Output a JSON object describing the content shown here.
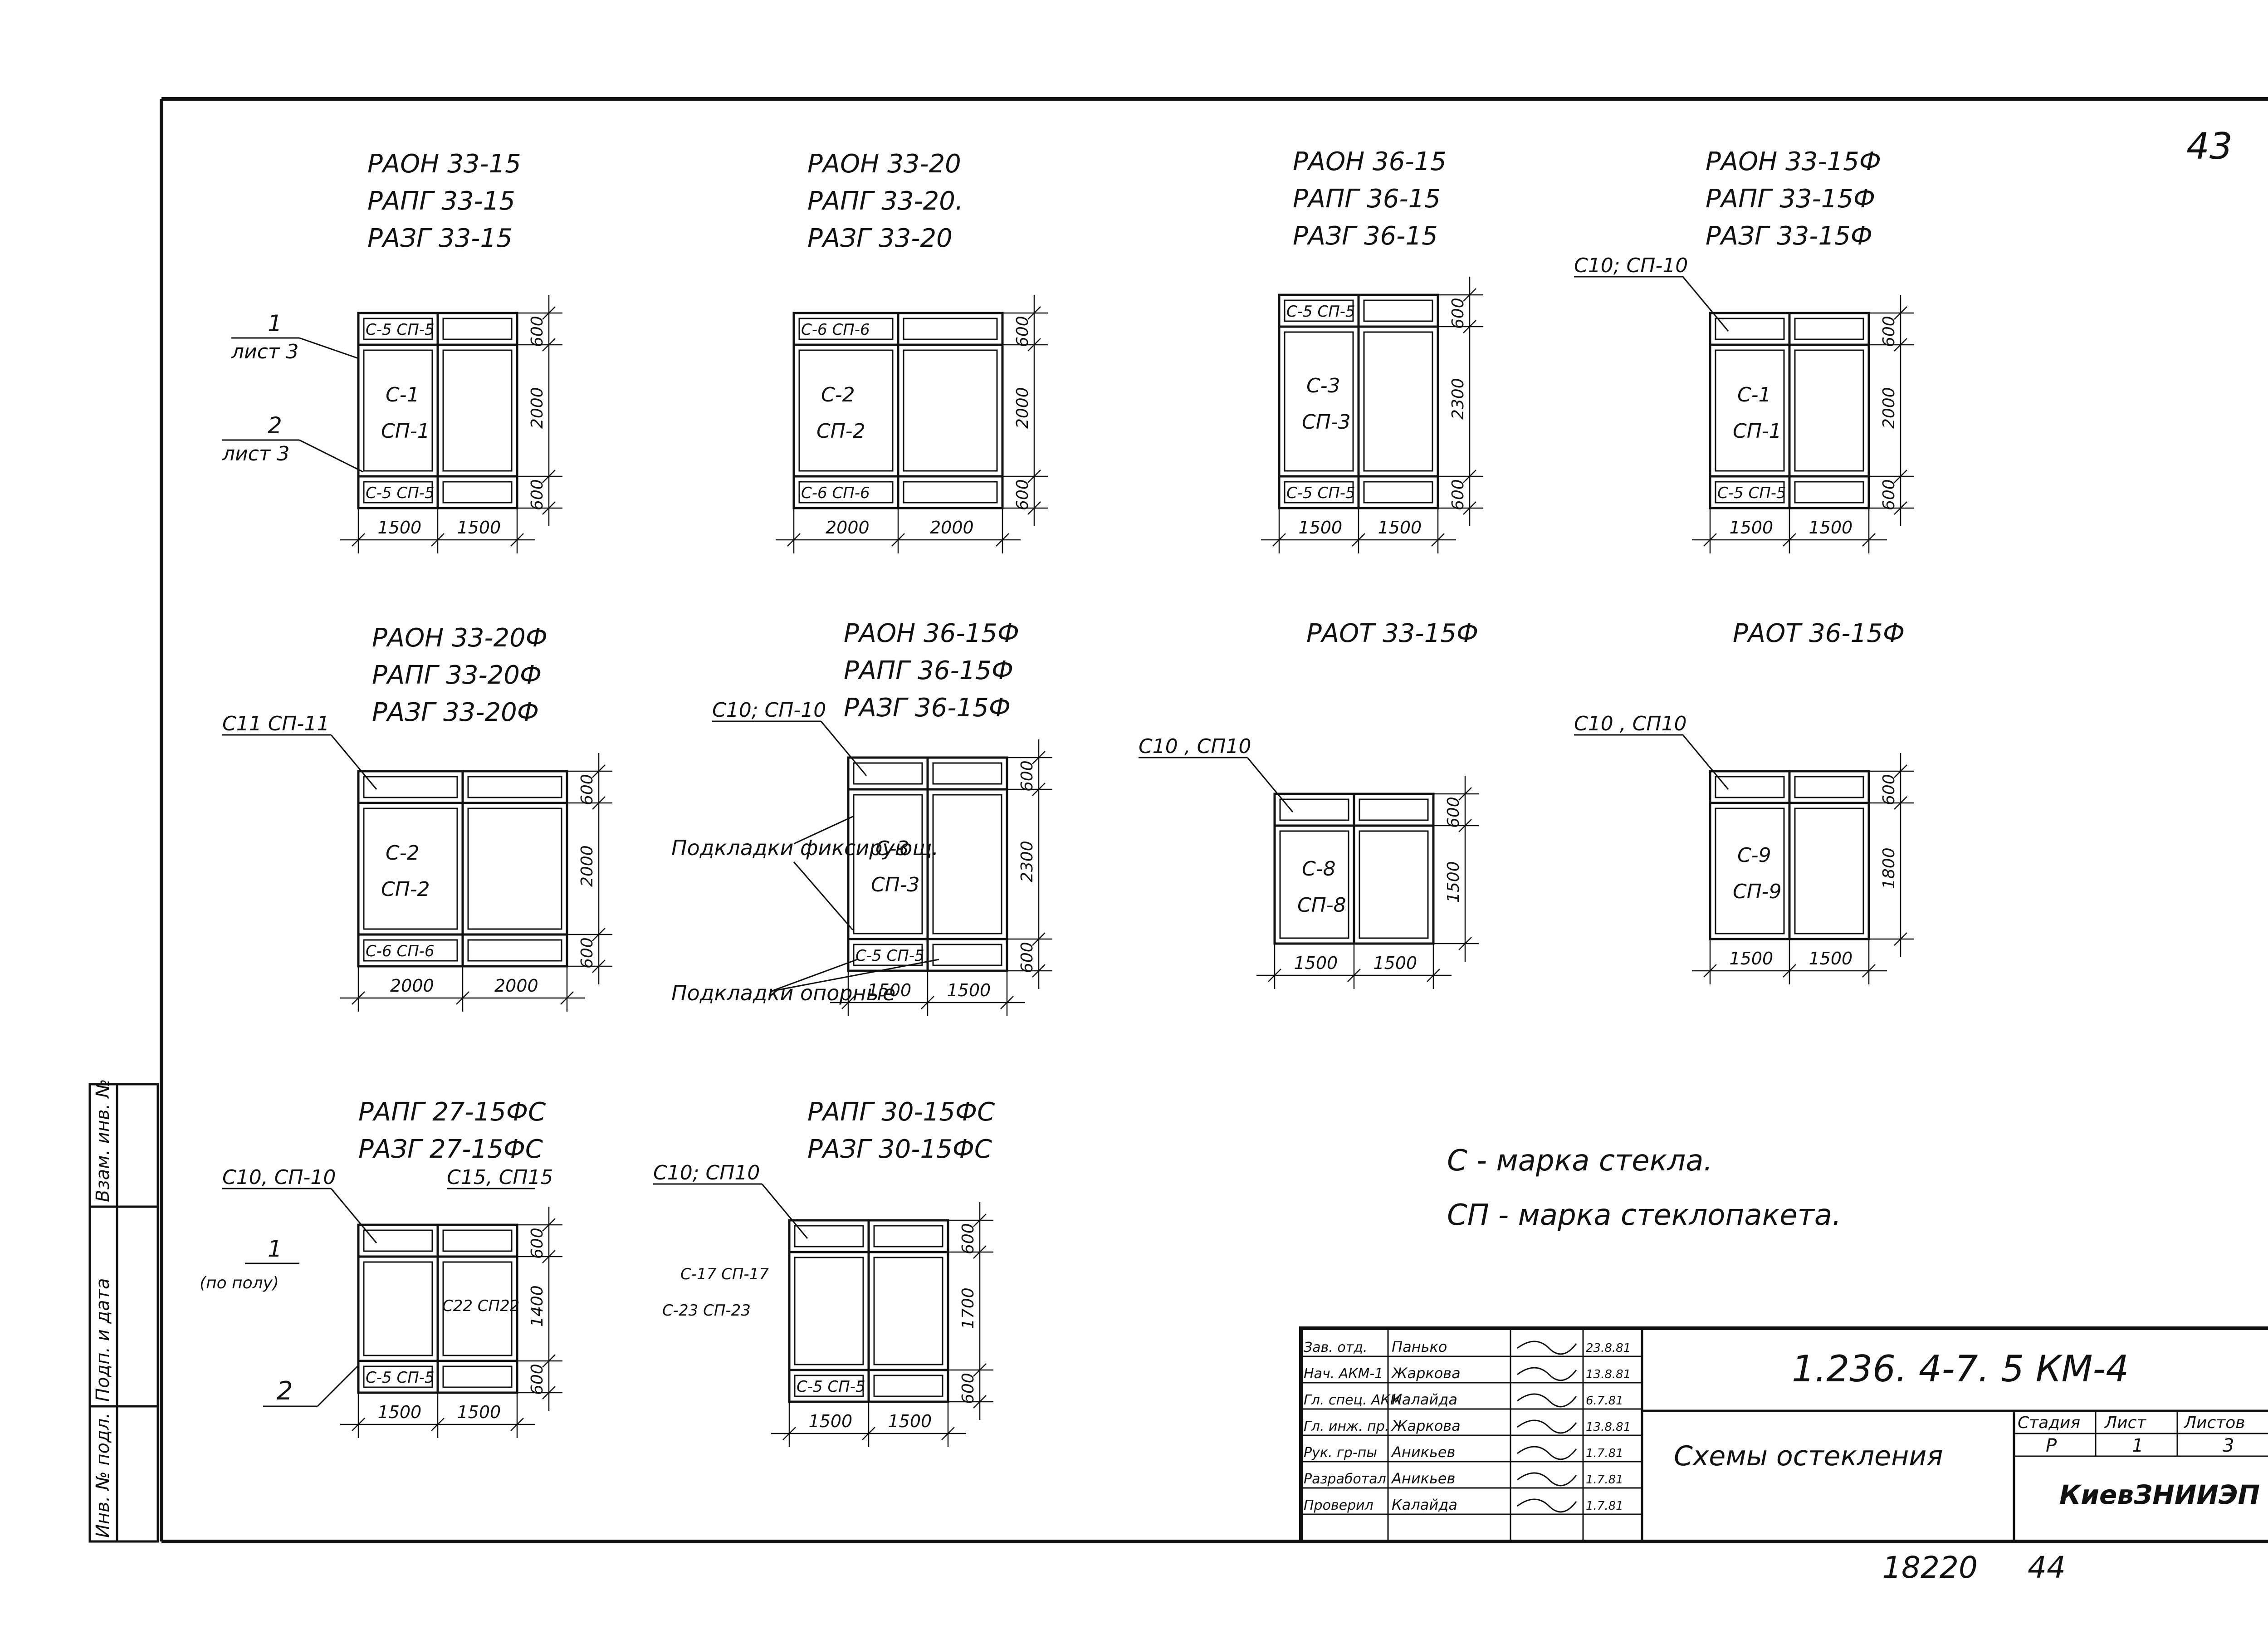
{
  "sheet_number": "43",
  "doc_code": "1.236. 4-7. 5 КМ-4",
  "sheet_title": "Схемы остекления",
  "org": "КиевЗНИИЭП",
  "inventory_no": "18220",
  "format_no": "44",
  "stamp": {
    "hdr_stage": "Стадия",
    "hdr_sheet": "Лист",
    "hdr_sheets": "Листов",
    "stage": "Р",
    "sheet": "1",
    "sheets": "3",
    "rows": [
      {
        "role": "Зав. отд.",
        "name": "Панько",
        "date": "23.8.81"
      },
      {
        "role": "Нач. АКМ-1",
        "name": "Жаркова",
        "date": "13.8.81"
      },
      {
        "role": "Гл. спец. АКМ",
        "name": "Калайда",
        "date": "6.7.81"
      },
      {
        "role": "Гл. инж. пр.",
        "name": "Жаркова",
        "date": "13.8.81"
      },
      {
        "role": "Рук. гр-пы",
        "name": "Аникьев",
        "date": "1.7.81"
      },
      {
        "role": "Разработал",
        "name": "Аникьев",
        "date": "1.7.81"
      },
      {
        "role": "Проверил",
        "name": "Калайда",
        "date": "1.7.81"
      }
    ]
  },
  "side_labels": [
    "Инв. № подл.",
    "Подп. и дата",
    "Взам. инв. №"
  ],
  "legend": [
    "С - марка стекла.",
    "СП - марка стеклопакета."
  ],
  "notes": {
    "list3_1_num": "1",
    "list3_1_txt": "лист 3",
    "list3_2_num": "2",
    "list3_2_txt": "лист 3",
    "fix_pads": "Подкладки фиксирующ.",
    "support_pads": "Подкладки опорные",
    "floor_num": "1",
    "floor_txt": "(по полу)",
    "mark2": "2"
  },
  "diagrams": [
    {
      "id": "d1",
      "titles": [
        "РАОН 33-15",
        "РАПГ 33-15",
        "РАЗГ 33-15"
      ],
      "top": "С-5 СП-5",
      "mid": [
        "С-1",
        "СП-1"
      ],
      "bot": "С-5 СП-5",
      "dims_w": [
        "1500",
        "1500"
      ],
      "dims_h": [
        "600",
        "2000",
        "600"
      ]
    },
    {
      "id": "d2",
      "titles": [
        "РАОН 33-20",
        "РАПГ 33-20.",
        "РАЗГ 33-20"
      ],
      "top": "С-6 СП-6",
      "mid": [
        "С-2",
        "СП-2"
      ],
      "bot": "С-6 СП-6",
      "dims_w": [
        "2000",
        "2000"
      ],
      "dims_h": [
        "600",
        "2000",
        "600"
      ]
    },
    {
      "id": "d3",
      "titles": [
        "РАОН 36-15",
        "РАПГ 36-15",
        "РАЗГ 36-15"
      ],
      "top": "С-5 СП-5",
      "mid": [
        "С-3",
        "СП-3"
      ],
      "bot": "С-5 СП-5",
      "dims_w": [
        "1500",
        "1500"
      ],
      "dims_h": [
        "600",
        "2300",
        "600"
      ]
    },
    {
      "id": "d4",
      "titles": [
        "РАОН 33-15Ф",
        "РАПГ 33-15Ф",
        "РАЗГ 33-15Ф"
      ],
      "callout": "С10; СП-10",
      "mid": [
        "С-1",
        "СП-1"
      ],
      "bot": "С-5 СП-5",
      "dims_w": [
        "1500",
        "1500"
      ],
      "dims_h": [
        "600",
        "2000",
        "600"
      ]
    },
    {
      "id": "d5",
      "titles": [
        "РАОН 33-20Ф",
        "РАПГ 33-20Ф",
        "РАЗГ 33-20Ф"
      ],
      "callout": "С11  СП-11",
      "mid": [
        "С-2",
        "СП-2"
      ],
      "bot": "С-6 СП-6",
      "dims_w": [
        "2000",
        "2000"
      ],
      "dims_h": [
        "600",
        "2000",
        "600"
      ]
    },
    {
      "id": "d6",
      "titles": [
        "РАОН 36-15Ф",
        "РАПГ 36-15Ф",
        "РАЗГ 36-15Ф"
      ],
      "callout": "С10; СП-10",
      "mid": [
        "С-3",
        "СП-3"
      ],
      "bot": "С-5 СП-5",
      "dims_w": [
        "1500",
        "1500"
      ],
      "dims_h": [
        "600",
        "2300",
        "600"
      ]
    },
    {
      "id": "d7",
      "titles": [
        "РАОТ 33-15Ф"
      ],
      "callout": "С10 , СП10",
      "mid": [
        "С-8",
        "СП-8"
      ],
      "dims_w": [
        "1500",
        "1500"
      ],
      "dims_h": [
        "600",
        "1500"
      ]
    },
    {
      "id": "d8",
      "titles": [
        "РАОТ 36-15Ф"
      ],
      "callout": "С10 , СП10",
      "mid": [
        "С-9",
        "СП-9"
      ],
      "dims_w": [
        "1500",
        "1500"
      ],
      "dims_h": [
        "600",
        "1800"
      ]
    },
    {
      "id": "d9",
      "titles": [
        "РАПГ 27-15ФС",
        "РАЗГ 27-15ФС"
      ],
      "callout": "С10, СП-10",
      "callout2": "С15, СП15",
      "inner": "С22 СП22",
      "bot": "С-5 СП-5",
      "dims_w": [
        "1500",
        "1500"
      ],
      "dims_h": [
        "600",
        "1400",
        "600"
      ]
    },
    {
      "id": "d10",
      "titles": [
        "РАПГ 30-15ФС",
        "РАЗГ 30-15ФС"
      ],
      "callout": "С10; СП10",
      "sub1": "С-17 СП-17",
      "sub2": "С-23 СП-23",
      "bot": "С-5 СП-5",
      "dims_w": [
        "1500",
        "1500"
      ],
      "dims_h": [
        "600",
        "1700",
        "600"
      ]
    }
  ]
}
